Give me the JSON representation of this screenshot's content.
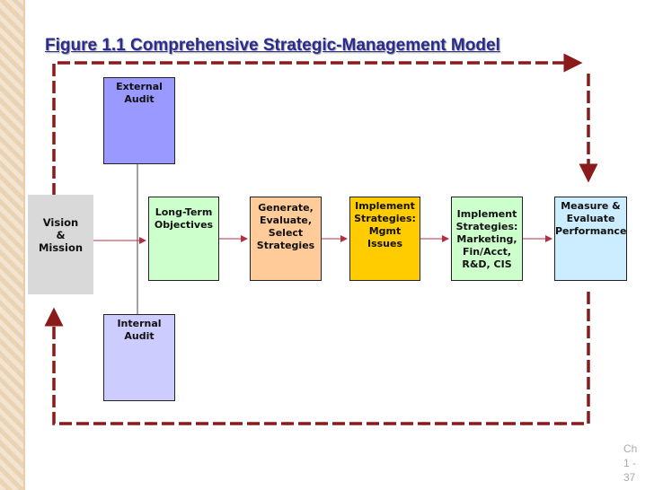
{
  "title": "Figure 1.1 Comprehensive Strategic-Management Model",
  "boxes": {
    "vision": [
      "Vision",
      "&",
      "Mission"
    ],
    "external_audit": [
      "External",
      "Audit"
    ],
    "internal_audit": [
      "Internal",
      "Audit"
    ],
    "long_term": [
      "Long-Term",
      "Objectives"
    ],
    "generate": [
      "Generate,",
      "Evaluate,",
      "Select",
      "Strategies"
    ],
    "implement_mgmt": [
      "Implement",
      "Strategies:",
      "Mgmt Issues"
    ],
    "implement_marketing": [
      "Implement",
      "Strategies:",
      "Marketing,",
      "Fin/Acct,",
      "R&D, CIS"
    ],
    "measure": [
      "Measure &",
      "Evaluate",
      "Performance"
    ]
  },
  "footer": [
    "Ch",
    "1 -",
    "37"
  ],
  "colors": {
    "title": "#2b2b90",
    "feedback_arrow": "#8b1a1a",
    "flow_arrow": "#b03040",
    "vision": "#d9d9d9",
    "external_audit": "#9999ff",
    "internal_audit": "#ccccff",
    "long_term": "#ccffcc",
    "generate": "#ffcc99",
    "implement_mgmt": "#ffcc00",
    "implement_marketing": "#ccffcc",
    "measure": "#ccecff"
  }
}
